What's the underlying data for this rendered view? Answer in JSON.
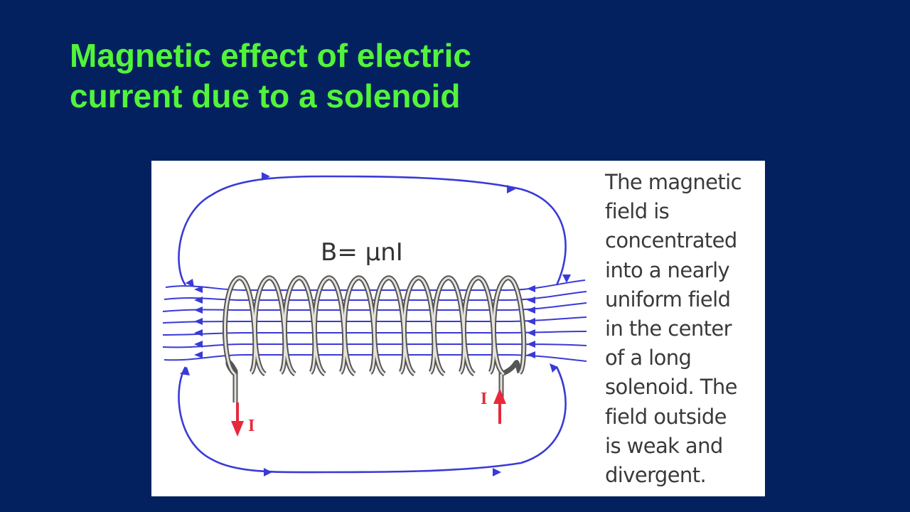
{
  "slide": {
    "title_lines": [
      "Magnetic effect of electric",
      "current due to a solenoid"
    ]
  },
  "diagram": {
    "formula": "B= μnI",
    "current_label_left": "I",
    "current_label_right": "I",
    "caption_lines": [
      "The magnetic",
      "field is",
      "concentrated",
      "into a nearly",
      "uniform field",
      "in the center",
      "of a long",
      "solenoid. The",
      "field outside",
      "is weak and",
      "divergent."
    ],
    "colors": {
      "background": "#03215f",
      "title": "#52f43a",
      "field_lines": "#3a3ad6",
      "current_arrows": "#e8283c",
      "coil": "#555555"
    }
  }
}
